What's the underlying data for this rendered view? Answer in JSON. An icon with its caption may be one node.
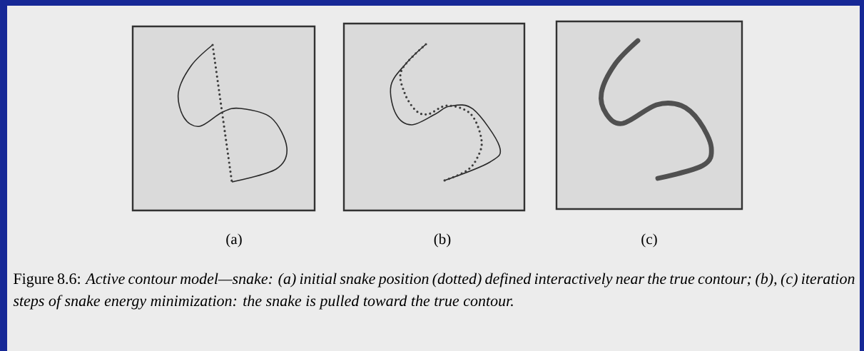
{
  "diagram": {
    "caption": "Figure 8.6: *Active contour model—snake: (a) initial snake position (dotted) defined interactively near the true contour; (b), (c) iteration steps of snake energy minimization: the snake is pulled toward the true contour.*",
    "nodes": [
      {
        "text": [
          "(a)"
        ]
      },
      {
        "text": [
          "(b)"
        ]
      },
      {
        "text": [
          "(c)"
        ]
      }
    ]
  }
}
